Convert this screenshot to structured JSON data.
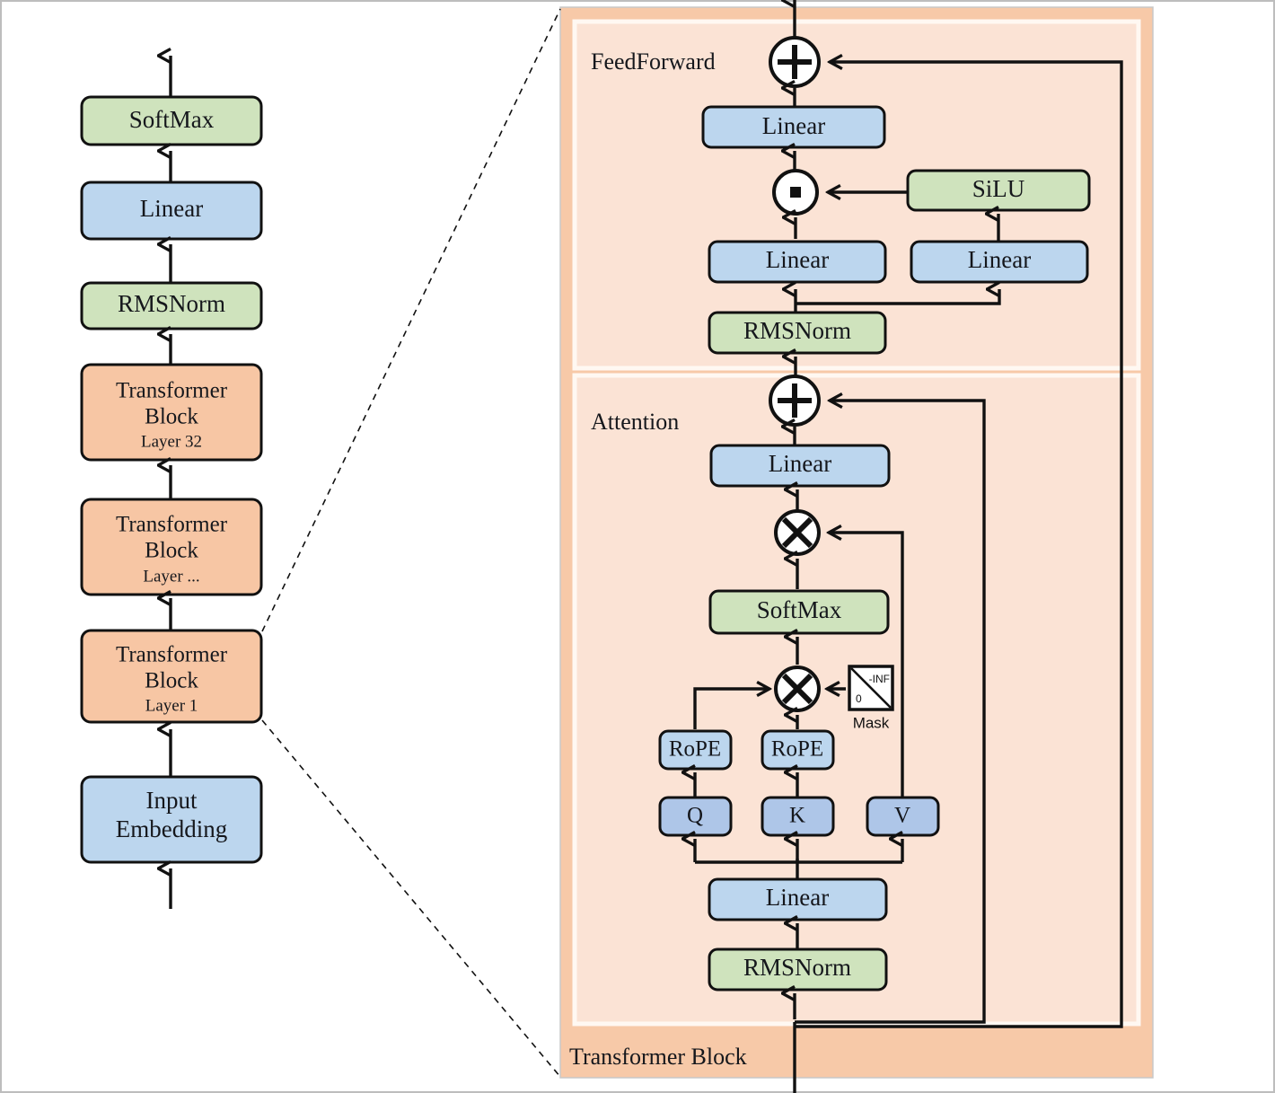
{
  "figure": {
    "title": "Transformer (LLaMA-style) architecture diagram",
    "background": "#ffffff"
  },
  "palette": {
    "blue": "#bcd6ee",
    "blue_strong": "#aec6e8",
    "green": "#cfe3bd",
    "orange": "#f7c6a4",
    "panel_outer": "#f7c9a8",
    "panel_inner": "#fbe3d5",
    "stroke": "#111111"
  },
  "left_stack": {
    "name": "model-overview-stack",
    "nodes": [
      {
        "id": "softmax",
        "label": "SoftMax",
        "sublabel": "",
        "color": "green"
      },
      {
        "id": "linear",
        "label": "Linear",
        "sublabel": "",
        "color": "blue"
      },
      {
        "id": "rmsnorm",
        "label": "RMSNorm",
        "sublabel": "",
        "color": "green"
      },
      {
        "id": "block32",
        "label": "Transformer Block",
        "sublabel": "Layer 32",
        "color": "orange"
      },
      {
        "id": "blockdot",
        "label": "Transformer Block",
        "sublabel": "Layer ...",
        "color": "orange"
      },
      {
        "id": "block1",
        "label": "Transformer Block",
        "sublabel": "Layer 1",
        "color": "orange"
      },
      {
        "id": "embed",
        "label": "Input Embedding",
        "sublabel": "",
        "color": "blue"
      }
    ]
  },
  "detail_panel": {
    "container_label": "Transformer Block",
    "feedforward": {
      "section_label": "FeedForward",
      "nodes": [
        {
          "id": "ff-add",
          "label": "+",
          "kind": "op-add"
        },
        {
          "id": "ff-linear-out",
          "label": "Linear",
          "kind": "box",
          "color": "blue"
        },
        {
          "id": "ff-mul",
          "label": "·",
          "kind": "op-dot"
        },
        {
          "id": "ff-silu",
          "label": "SiLU",
          "kind": "box",
          "color": "green"
        },
        {
          "id": "ff-linear-l",
          "label": "Linear",
          "kind": "box",
          "color": "blue"
        },
        {
          "id": "ff-linear-r",
          "label": "Linear",
          "kind": "box",
          "color": "blue"
        },
        {
          "id": "ff-rmsnorm",
          "label": "RMSNorm",
          "kind": "box",
          "color": "green"
        }
      ]
    },
    "attention": {
      "section_label": "Attention",
      "nodes": [
        {
          "id": "at-add",
          "label": "+",
          "kind": "op-add"
        },
        {
          "id": "at-linear-o",
          "label": "Linear",
          "kind": "box",
          "color": "blue"
        },
        {
          "id": "at-mul-v",
          "label": "×",
          "kind": "op-times"
        },
        {
          "id": "at-softmax",
          "label": "SoftMax",
          "kind": "box",
          "color": "green"
        },
        {
          "id": "at-mul-qk",
          "label": "×",
          "kind": "op-times"
        },
        {
          "id": "at-rope-q",
          "label": "RoPE",
          "kind": "box",
          "color": "blue"
        },
        {
          "id": "at-rope-k",
          "label": "RoPE",
          "kind": "box",
          "color": "blue"
        },
        {
          "id": "at-q",
          "label": "Q",
          "kind": "box",
          "color": "blue2"
        },
        {
          "id": "at-k",
          "label": "K",
          "kind": "box",
          "color": "blue2"
        },
        {
          "id": "at-v",
          "label": "V",
          "kind": "box",
          "color": "blue2"
        },
        {
          "id": "at-linear-i",
          "label": "Linear",
          "kind": "box",
          "color": "blue"
        },
        {
          "id": "at-rmsnorm",
          "label": "RMSNorm",
          "kind": "box",
          "color": "green"
        }
      ],
      "mask": {
        "caption": "Mask",
        "upper_right_value": "-INF",
        "lower_left_value": "0"
      }
    }
  }
}
